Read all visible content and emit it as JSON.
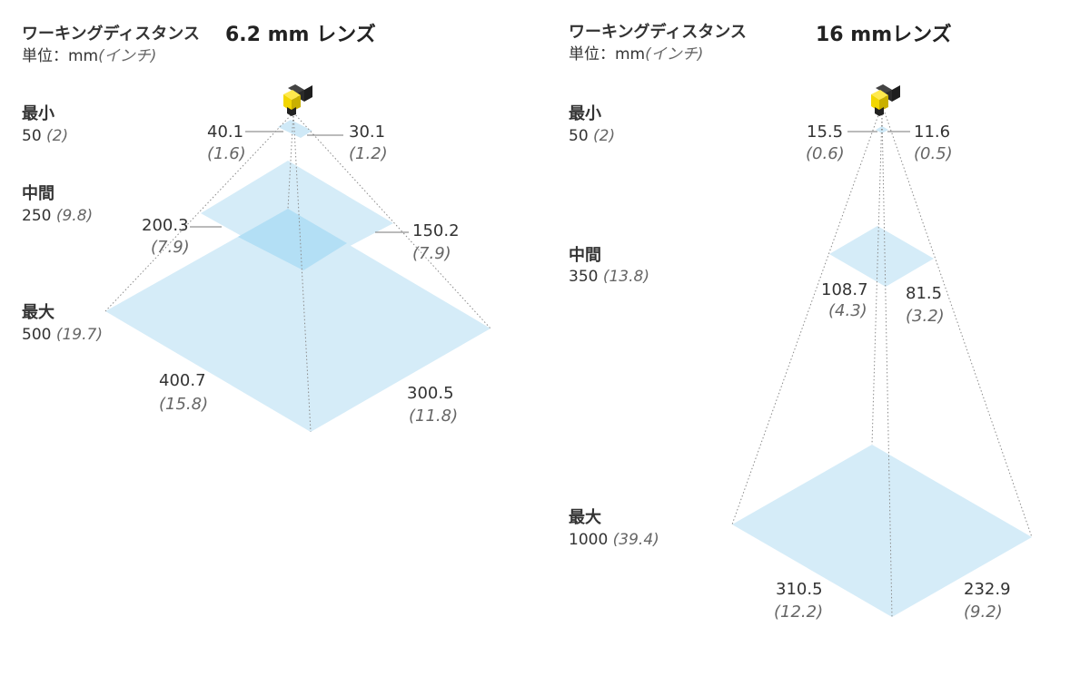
{
  "colors": {
    "plane": "#d5ecf8",
    "overlap": "#b3dff5",
    "dotted": "#888888",
    "leader": "#777777",
    "camera_yellow": "#f2d600",
    "camera_dark": "#2b2b2b"
  },
  "header": {
    "working_distance_label": "ワーキングディスタンス",
    "unit_label": "単位：mm",
    "unit_paren": "(インチ)"
  },
  "panels": [
    {
      "lens_title": "6.2 mm レンズ",
      "levels": [
        {
          "label": "最小",
          "distance": "50",
          "distance_in": "(2)"
        },
        {
          "label": "中間",
          "distance": "250",
          "distance_in": "(9.8)"
        },
        {
          "label": "最大",
          "distance": "500",
          "distance_in": "(19.7)"
        }
      ],
      "dimensions": [
        {
          "value": "40.1",
          "inch": "(1.6)"
        },
        {
          "value": "30.1",
          "inch": "(1.2)"
        },
        {
          "value": "200.3",
          "inch": "(7.9)"
        },
        {
          "value": "150.2",
          "inch": "(7.9)"
        },
        {
          "value": "400.7",
          "inch": "(15.8)"
        },
        {
          "value": "300.5",
          "inch": "(11.8)"
        }
      ]
    },
    {
      "lens_title": "16 mmレンズ",
      "levels": [
        {
          "label": "最小",
          "distance": "50",
          "distance_in": "(2)"
        },
        {
          "label": "中間",
          "distance": "350",
          "distance_in": "(13.8)"
        },
        {
          "label": "最大",
          "distance": "1000",
          "distance_in": "(39.4)"
        }
      ],
      "dimensions": [
        {
          "value": "15.5",
          "inch": "(0.6)"
        },
        {
          "value": "11.6",
          "inch": "(0.5)"
        },
        {
          "value": "108.7",
          "inch": "(4.3)"
        },
        {
          "value": "81.5",
          "inch": "(3.2)"
        },
        {
          "value": "310.5",
          "inch": "(12.2)"
        },
        {
          "value": "232.9",
          "inch": "(9.2)"
        }
      ]
    }
  ]
}
